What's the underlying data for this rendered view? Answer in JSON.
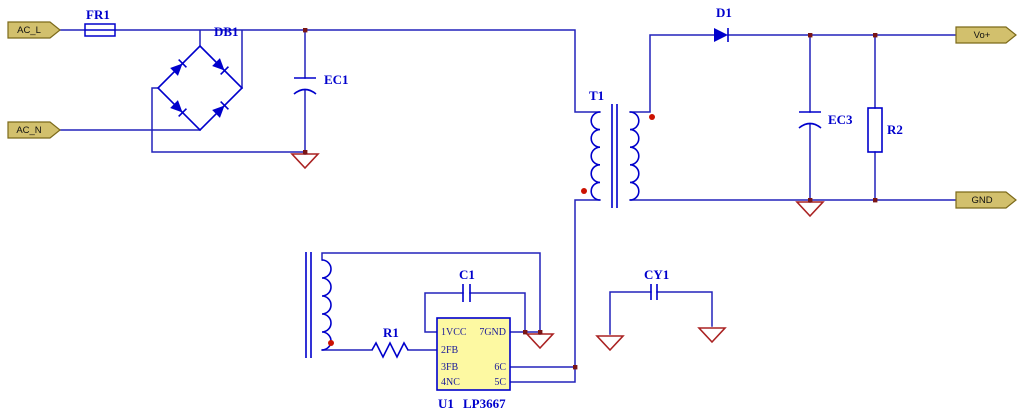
{
  "schematic": {
    "terminals": {
      "ac_l": "AC_L",
      "ac_n": "AC_N",
      "vo": "Vo+",
      "gnd": "GND"
    },
    "labels": {
      "fr1": "FR1",
      "db1": "DB1",
      "ec1": "EC1",
      "t1": "T1",
      "d1": "D1",
      "ec3": "EC3",
      "r2": "R2",
      "c1": "C1",
      "r1": "R1",
      "cy1": "CY1",
      "u1_ref": "U1",
      "u1_part": "LP3667"
    },
    "ic": {
      "pin1": "1VCC",
      "pin2": "2FB",
      "pin3": "3FB",
      "pin4": "4NC",
      "pin7": "7GND",
      "pin6": "6C",
      "pin5": "5C"
    },
    "colors": {
      "wire": "#2222bb",
      "component_outline": "#0000cc",
      "label_text": "#0000cc",
      "ground_symbol": "#aa2222",
      "junction": "#7a1515",
      "polarity_dot": "#cc1100",
      "terminal_fill": "#d2c06d",
      "terminal_border": "#7c6a1a",
      "ic_fill": "#fdf9a2",
      "pin_text": "#1a1a99",
      "background": "#ffffff"
    }
  }
}
